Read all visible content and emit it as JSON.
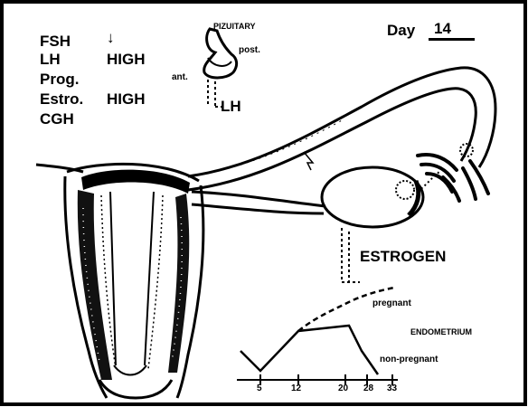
{
  "hormones": [
    {
      "name": "FSH",
      "level": "↓"
    },
    {
      "name": "LH",
      "level": "HIGH"
    },
    {
      "name": "Prog.",
      "level": ""
    },
    {
      "name": "Estro.",
      "level": "HIGH"
    },
    {
      "name": "CGH",
      "level": ""
    }
  ],
  "day": {
    "label": "Day",
    "value": "14"
  },
  "pituitary": {
    "title": "PIZUITARY",
    "post": "post.",
    "ant": "ant.",
    "hormone": "LH"
  },
  "ovary": {
    "hormone": "ESTROGEN"
  },
  "endometrium_chart": {
    "title": "ENDOMETRIUM",
    "pregnant": "pregnant",
    "non_pregnant": "non-pregnant",
    "day_ticks": [
      "5",
      "12",
      "20",
      "28",
      "33"
    ]
  },
  "colors": {
    "ink": "#000000",
    "paper": "#ffffff"
  }
}
